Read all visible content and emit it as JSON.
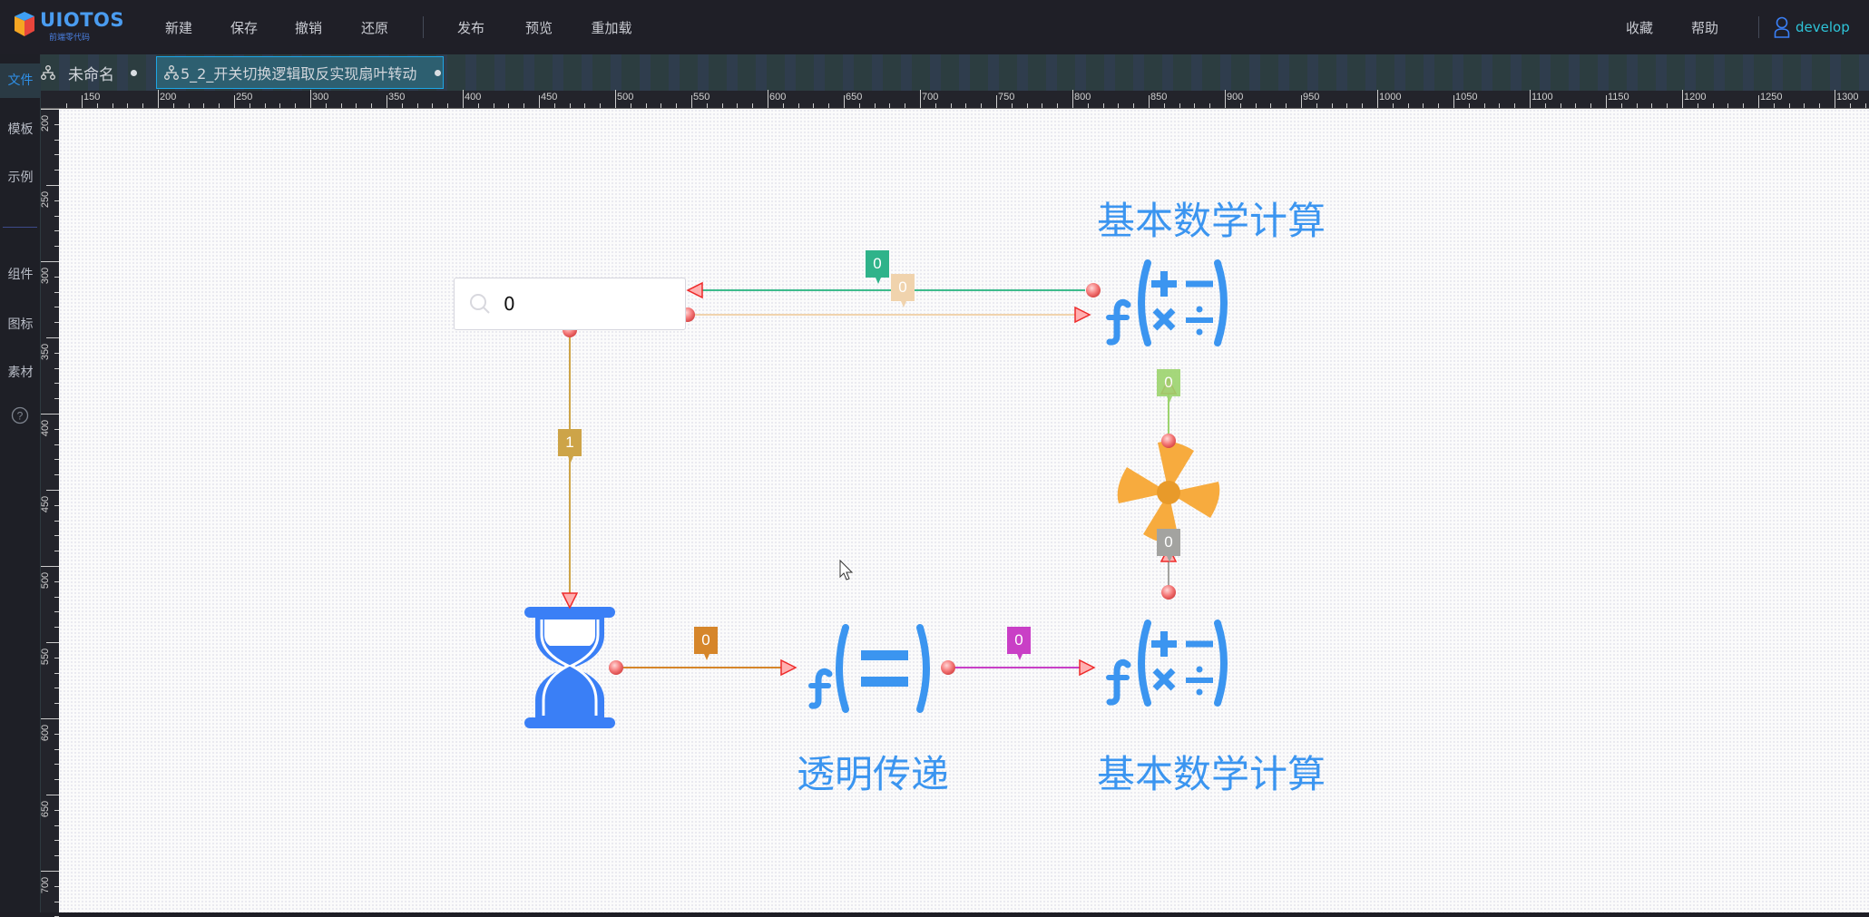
{
  "app": {
    "logo_text": "UIOTOS",
    "logo_sub": "前端零代码"
  },
  "menu": {
    "new": "新建",
    "save": "保存",
    "undo": "撤销",
    "restore": "还原",
    "publish": "发布",
    "preview": "预览",
    "reload": "重加载"
  },
  "right_menu": {
    "favorite": "收藏",
    "help": "帮助",
    "user": "develop"
  },
  "sidebar": {
    "items": [
      {
        "label": "文件",
        "active": true
      },
      {
        "label": "模板"
      },
      {
        "label": "示例"
      },
      {
        "label": "组件"
      },
      {
        "label": "图标"
      },
      {
        "label": "素材"
      }
    ],
    "help_icon": "question-circle-icon"
  },
  "tabs": [
    {
      "label": "未命名",
      "icon": "hierarchy-icon"
    },
    {
      "label": "5_2_开关切换逻辑取反实现扇叶转动",
      "icon": "hierarchy-icon",
      "active": true
    }
  ],
  "ruler": {
    "top_labels": [
      150,
      200,
      250,
      300,
      350,
      400,
      450,
      500,
      550,
      600,
      650,
      700,
      750,
      800,
      850,
      900,
      950,
      1000,
      1050,
      1100,
      1150,
      1200,
      1250,
      1300
    ],
    "left_labels": [
      200,
      250,
      300,
      350,
      400,
      450,
      500,
      550,
      600,
      650,
      700
    ]
  },
  "diagram": {
    "search_value": "0",
    "math_title_top": "基本数学计算",
    "math_title_bottom": "基本数学计算",
    "pass_title": "透明传递",
    "links": [
      {
        "from": "math-top",
        "to": "search",
        "value": "0",
        "color": "#3dbb8c"
      },
      {
        "from": "search",
        "to": "math-top",
        "value": "0",
        "color": "#f0d3ad"
      },
      {
        "from": "search",
        "to": "hourglass",
        "value": "1",
        "color": "#cda448"
      },
      {
        "from": "hourglass",
        "to": "pass",
        "value": "0",
        "color": "#d6862a"
      },
      {
        "from": "pass",
        "to": "math-bottom",
        "value": "0",
        "color": "#c93fc6"
      },
      {
        "from": "fan",
        "to": "math-top",
        "value": "0",
        "color": "#9cd46e"
      },
      {
        "from": "math-bottom",
        "to": "fan",
        "value": "0",
        "color": "#a3a3a0"
      }
    ],
    "colors": {
      "icon_blue": "#3b95f0",
      "hourglass": "#3a7ff6",
      "fan": "#f5a93a",
      "port": "#f06a6a"
    }
  }
}
